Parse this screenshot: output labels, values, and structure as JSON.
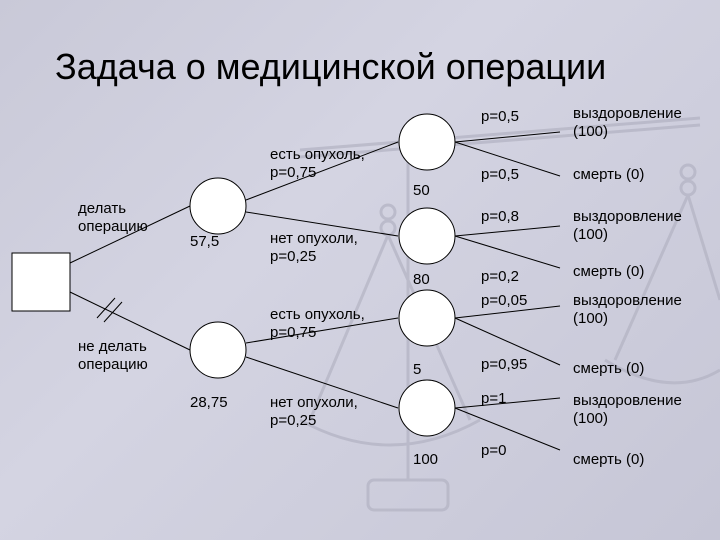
{
  "title": "Задача о медицинской операции",
  "decision_labels": {
    "operate": "делать\nоперацию",
    "no_operate": "не делать\nоперацию"
  },
  "chance_values": {
    "operate": "57,5",
    "no_operate": "28,75",
    "c1": "50",
    "c2": "80",
    "c3": "5",
    "c4": "100"
  },
  "branches": {
    "tumor_op": "есть опухоль,\np=0,75",
    "no_tumor_op": "нет опухоли,\np=0,25",
    "tumor_no": "есть опухоль,\np=0,75",
    "no_tumor_no": "нет опухоли,\np=0,25"
  },
  "probabilities": [
    "p=0,5",
    "p=0,5",
    "p=0,8",
    "p=0,2",
    "p=0,05",
    "p=0,95",
    "p=1",
    "p=0"
  ],
  "outcomes": [
    "выздоровление\n(100)",
    "смерть (0)",
    "выздоровление\n(100)",
    "смерть (0)",
    "выздоровление\n(100)",
    "смерть (0)",
    "выздоровление\n(100)",
    "смерть (0)"
  ],
  "colors": {
    "background": "#cacad9",
    "line": "#000000",
    "node_fill": "#ffffff",
    "watermark": "#b8b8c8"
  },
  "icons": {
    "watermark": "scales-icon"
  }
}
